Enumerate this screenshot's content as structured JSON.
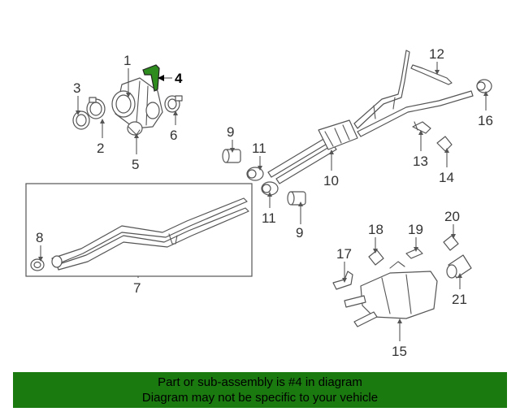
{
  "diagram": {
    "highlight_color": "#2e8b1e",
    "callouts": [
      {
        "key": "c1",
        "text": "1"
      },
      {
        "key": "c2",
        "text": "2"
      },
      {
        "key": "c3",
        "text": "3"
      },
      {
        "key": "c4",
        "text": "4"
      },
      {
        "key": "c5",
        "text": "5"
      },
      {
        "key": "c6",
        "text": "6"
      },
      {
        "key": "c7",
        "text": "7"
      },
      {
        "key": "c8",
        "text": "8"
      },
      {
        "key": "c9a",
        "text": "9"
      },
      {
        "key": "c9b",
        "text": "9"
      },
      {
        "key": "c10",
        "text": "10"
      },
      {
        "key": "c11a",
        "text": "11"
      },
      {
        "key": "c11b",
        "text": "11"
      },
      {
        "key": "c12",
        "text": "12"
      },
      {
        "key": "c13",
        "text": "13"
      },
      {
        "key": "c14",
        "text": "14"
      },
      {
        "key": "c15",
        "text": "15"
      },
      {
        "key": "c16",
        "text": "16"
      },
      {
        "key": "c17",
        "text": "17"
      },
      {
        "key": "c18",
        "text": "18"
      },
      {
        "key": "c19",
        "text": "19"
      },
      {
        "key": "c20",
        "text": "20"
      },
      {
        "key": "c21",
        "text": "21"
      }
    ]
  },
  "footer": {
    "color": "#1a7a10",
    "line1": "Part or sub-assembly is #4 in diagram",
    "line2": "Diagram may not be specific to your vehicle"
  }
}
